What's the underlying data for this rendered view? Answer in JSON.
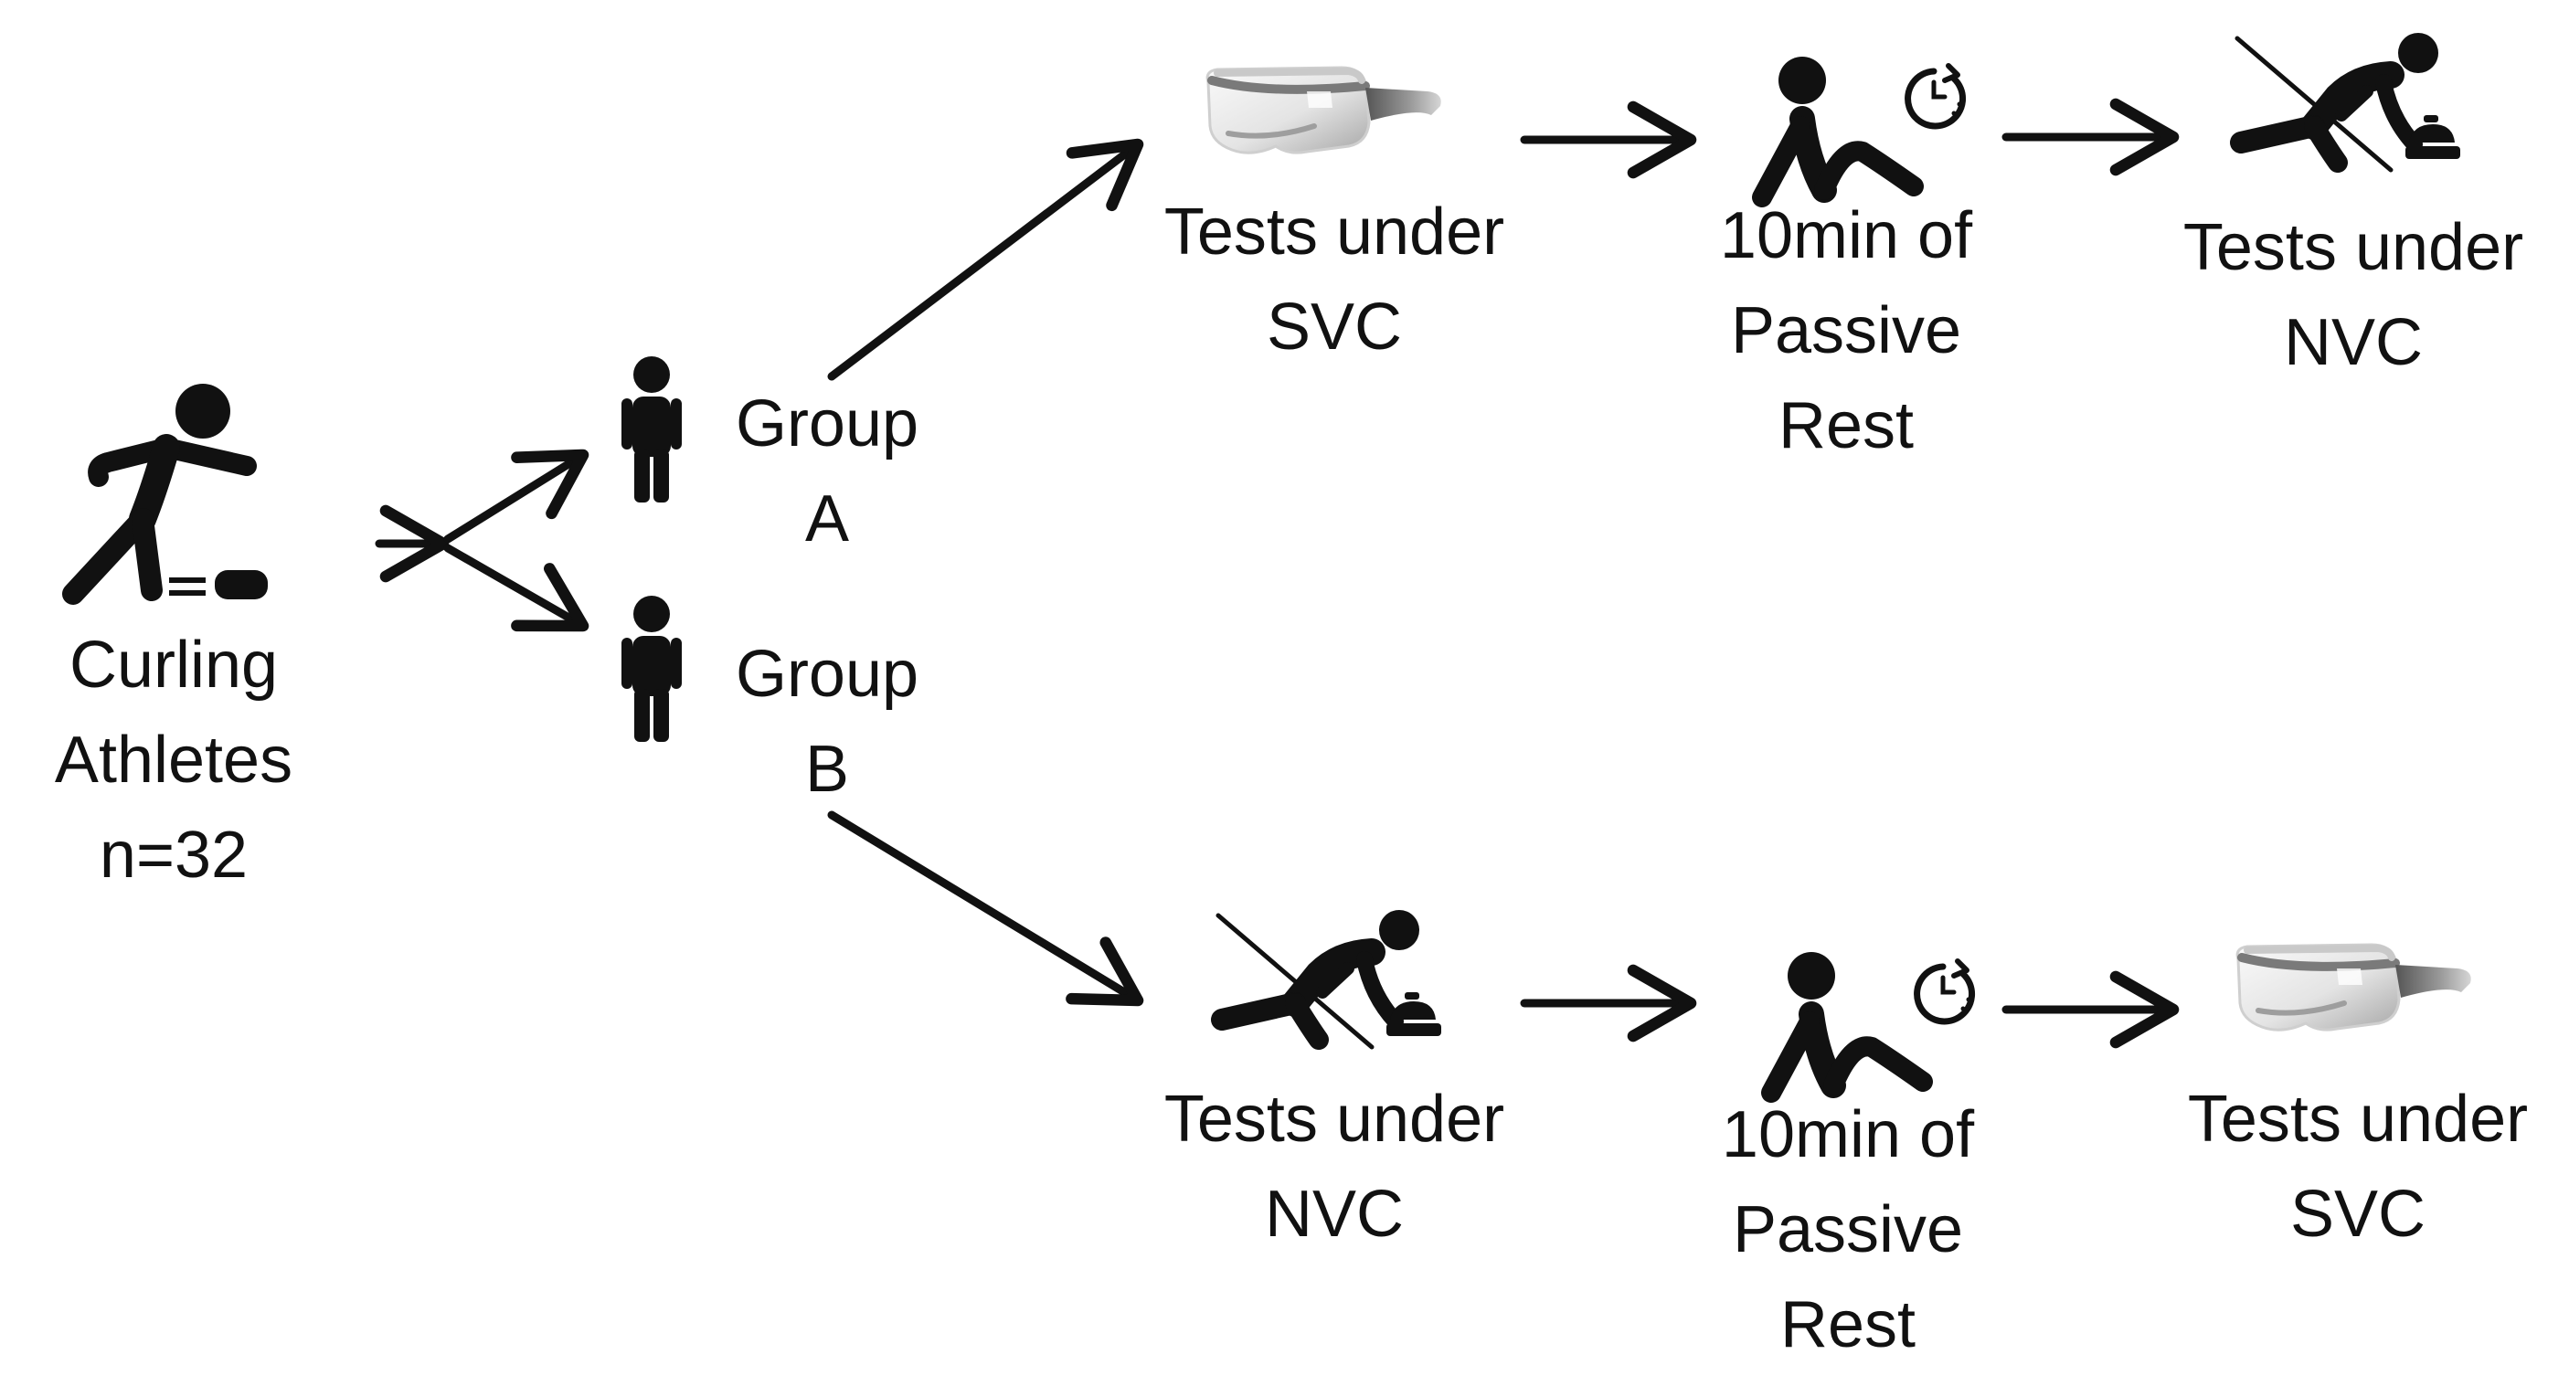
{
  "start": {
    "icon": "curling-thrower-icon",
    "lines": [
      "Curling",
      "Athletes",
      "n=32"
    ]
  },
  "groups": [
    {
      "icon": "person-icon",
      "lines": [
        "Group",
        "A"
      ]
    },
    {
      "icon": "person-icon",
      "lines": [
        "Group",
        "B"
      ]
    }
  ],
  "flows": [
    {
      "steps": [
        {
          "icon": "vr-headset-icon",
          "lines": [
            "Tests under",
            "SVC"
          ]
        },
        {
          "icon": "resting-person-timer-icon",
          "lines": [
            "10min of",
            "Passive",
            "Rest"
          ]
        },
        {
          "icon": "curling-sweeper-icon",
          "lines": [
            "Tests under",
            "NVC"
          ]
        }
      ]
    },
    {
      "steps": [
        {
          "icon": "curling-sweeper-icon",
          "lines": [
            "Tests under",
            "NVC"
          ]
        },
        {
          "icon": "resting-person-timer-icon",
          "lines": [
            "10min of",
            "Passive",
            "Rest"
          ]
        },
        {
          "icon": "vr-headset-icon",
          "lines": [
            "Tests under",
            "SVC"
          ]
        }
      ]
    }
  ],
  "colors": {
    "ink": "#111111",
    "headset_light": "#f2f2f2",
    "headset_mid": "#bdbdbd",
    "headset_dark": "#6f6f6f"
  }
}
